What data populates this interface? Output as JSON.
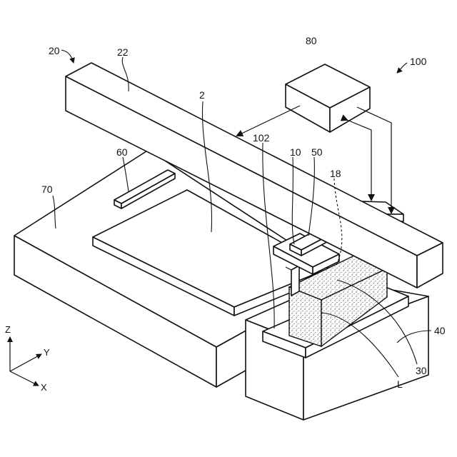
{
  "labels": {
    "r20": "20",
    "r22": "22",
    "r2": "2",
    "r80": "80",
    "r100": "100",
    "r102": "102",
    "r10": "10",
    "r50": "50",
    "r18": "18",
    "r60": "60",
    "r70": "70",
    "r40": "40",
    "r30": "30",
    "rL": "L"
  },
  "axes": {
    "z": "Z",
    "y": "Y",
    "x": "X"
  }
}
